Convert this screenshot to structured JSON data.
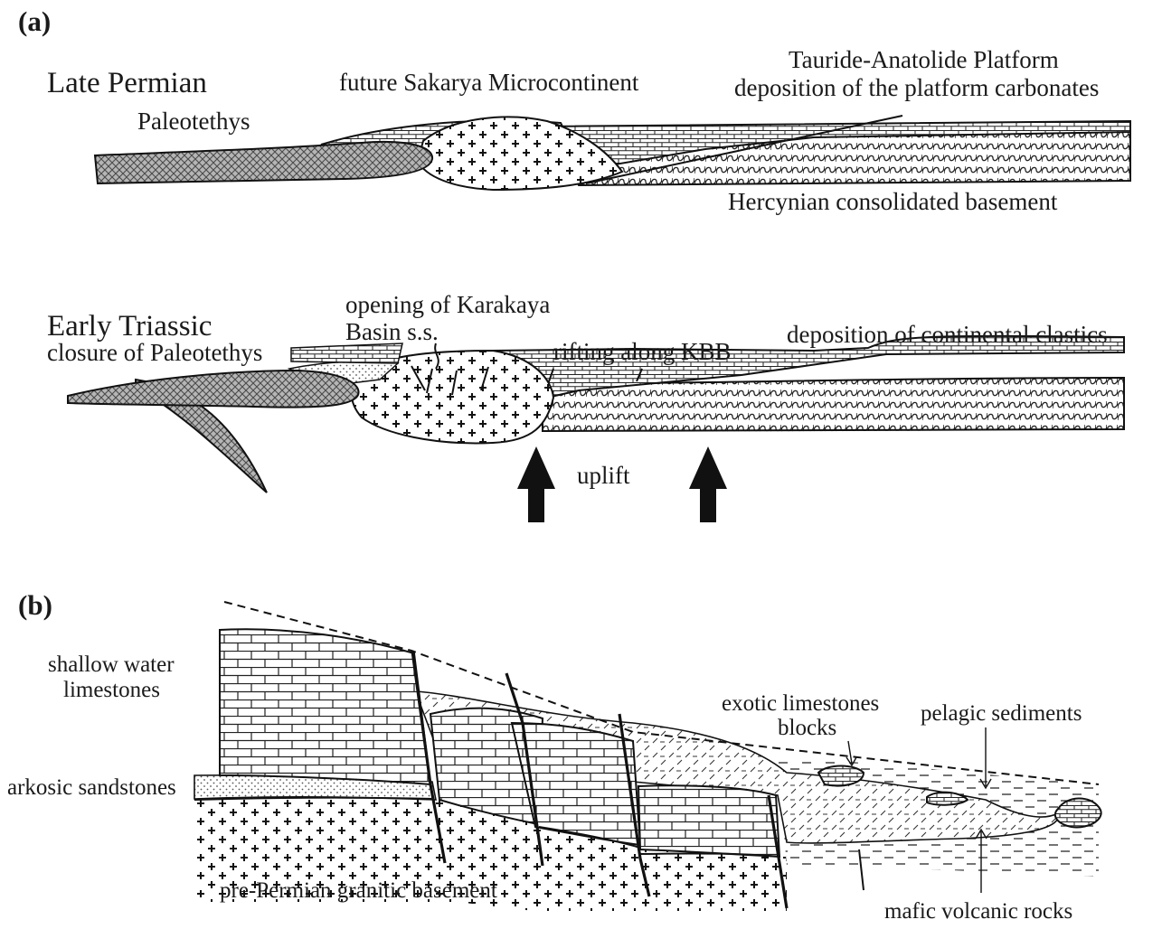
{
  "panel_a": {
    "panel_label": "(a)",
    "late_permian": {
      "stage": "Late Permian",
      "paleotethys": "Paleotethys",
      "microcontinent": "future Sakarya Microcontinent",
      "platform_line1": "Tauride-Anatolide Platform",
      "platform_line2": "deposition of the platform carbonates",
      "basement": "Hercynian consolidated basement"
    },
    "early_triassic": {
      "stage": "Early Triassic",
      "closure": "closure of Paleotethys",
      "opening_line1": "opening of Karakaya",
      "opening_line2": "Basin s.s.",
      "rifting": "rifting along KBB",
      "clastics": "deposition of continental clastics",
      "uplift": "uplift"
    }
  },
  "panel_b": {
    "panel_label": "(b)",
    "shallow_line1": "shallow water",
    "shallow_line2": "limestones",
    "arkosic": "arkosic sandstones",
    "granitic": "pre-Permian granitic basement",
    "exotic_line1": "exotic limestones",
    "exotic_line2": "blocks",
    "pelagic": "pelagic sediments",
    "mafic": "mafic volcanic rocks"
  },
  "colors": {
    "ink": "#111111",
    "paleotethys_fill": "#8a8a8a",
    "sandstone_dots": "#555555"
  }
}
